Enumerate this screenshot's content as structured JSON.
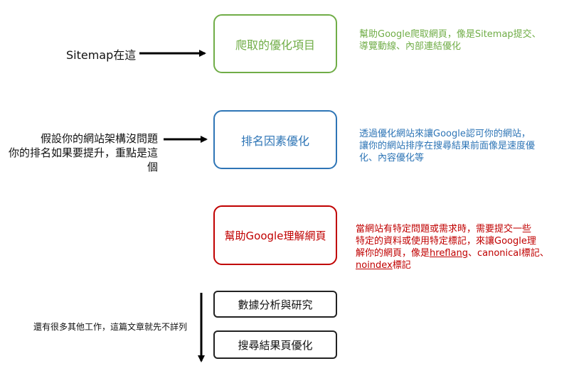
{
  "boxes": {
    "crawl": "爬取的優化項目",
    "ranking": "排名因素優化",
    "help": "幫助Google理解網頁",
    "data": "數據分析與研究",
    "serp": "搜尋結果頁優化"
  },
  "left_labels": {
    "sitemap": "Sitemap在這",
    "ranking_line1": "假設你的網站架構沒問題",
    "ranking_line2": "你的排名如果要提升，重點是這個",
    "other_work": "還有很多其他工作，這篇文章就先不詳列"
  },
  "notes": {
    "crawl_line1": "幫助Google爬取網頁，像是Sitemap提交、",
    "crawl_line2": "導覽動線、內部連結優化",
    "ranking_line1": "透過優化網站來讓Google認可你的網站，",
    "ranking_line2": "讓你的網站排序在搜尋結果前面像是速度優",
    "ranking_line3": "化、內容優化等",
    "help_line1": "當網站有特定問題或需求時，需要提交一些",
    "help_line2": "特定的資料或使用特定標記，來讓Google理",
    "help_line3_pre": "解你的網頁，像是",
    "help_line3_link1": "hreflang",
    "help_line3_mid": "、canonical標記、",
    "help_line4_link": "noindex",
    "help_line4_post": "標記"
  },
  "colors": {
    "green": "#70ad47",
    "blue": "#2e75b6",
    "red": "#c00000",
    "black": "#111111"
  }
}
